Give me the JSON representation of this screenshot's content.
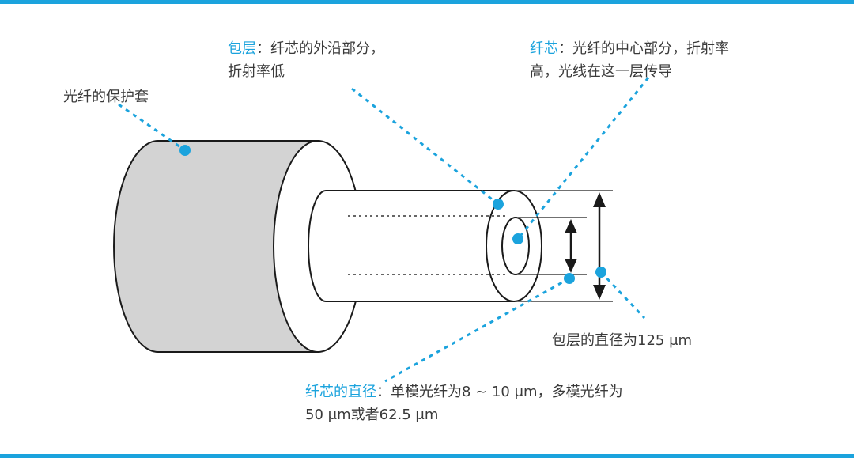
{
  "labels": {
    "jacket": "光纤的保护套",
    "cladding_title": "包层",
    "cladding_desc_1": "：纤芯的外沿部分，",
    "cladding_desc_2": "折射率低",
    "core_title": "纤芯",
    "core_desc_1": "：光纤的中心部分，折射率",
    "core_desc_2": "高，光线在这一层传导",
    "cladding_diameter": "包层的直径为125 μm",
    "core_diameter_title": "纤芯的直径",
    "core_diameter_desc_1": "：单模光纤为8 ~ 10 μm，多模光纤为",
    "core_diameter_desc_2": "50 μm或者62.5 μm"
  },
  "colors": {
    "accent": "#1ba3dd",
    "jacket_fill": "#d3d3d3",
    "outline": "#1a1a1a",
    "text": "#3a3a3a"
  }
}
